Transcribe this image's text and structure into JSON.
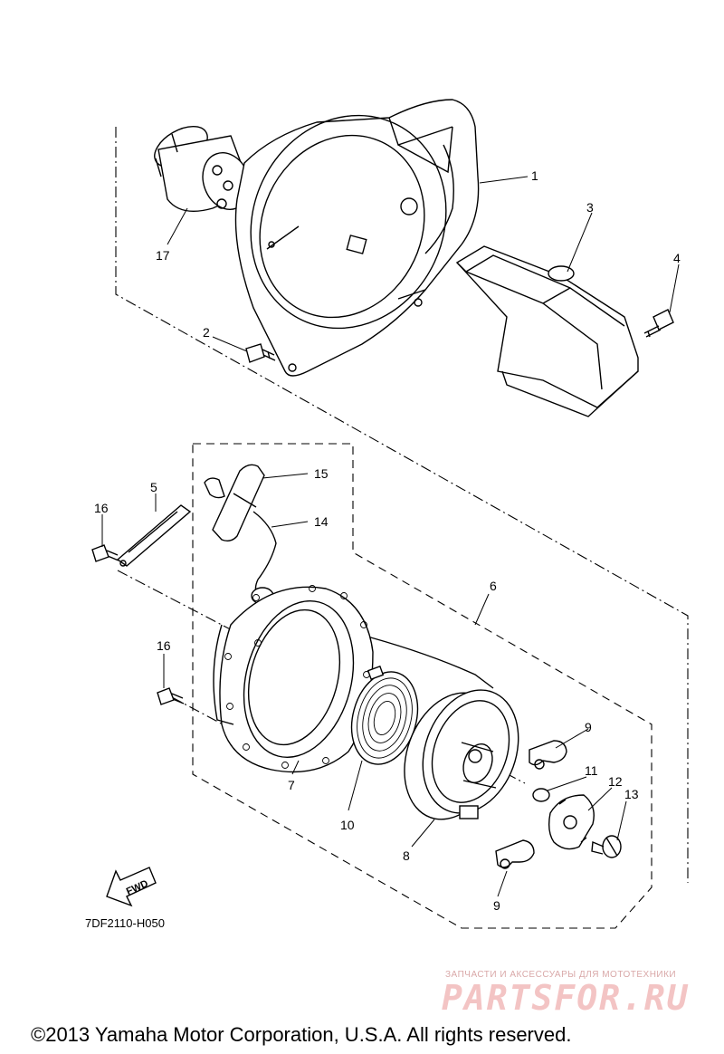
{
  "diagram": {
    "callouts": [
      {
        "id": "p1",
        "text": "1"
      },
      {
        "id": "p2",
        "text": "2"
      },
      {
        "id": "p3",
        "text": "3"
      },
      {
        "id": "p4",
        "text": "4"
      },
      {
        "id": "p5",
        "text": "5"
      },
      {
        "id": "p6",
        "text": "6"
      },
      {
        "id": "p7",
        "text": "7"
      },
      {
        "id": "p8",
        "text": "8"
      },
      {
        "id": "p9a",
        "text": "9"
      },
      {
        "id": "p9b",
        "text": "9"
      },
      {
        "id": "p10",
        "text": "10"
      },
      {
        "id": "p11",
        "text": "11"
      },
      {
        "id": "p12",
        "text": "12"
      },
      {
        "id": "p13",
        "text": "13"
      },
      {
        "id": "p14",
        "text": "14"
      },
      {
        "id": "p15",
        "text": "15"
      },
      {
        "id": "p16a",
        "text": "16"
      },
      {
        "id": "p16b",
        "text": "16"
      },
      {
        "id": "p17",
        "text": "17"
      }
    ],
    "fwd_label": "FWD",
    "reference_code": "7DF2110-H050"
  },
  "watermark": {
    "subtitle": "ЗАПЧАСТИ И АКСЕССУАРЫ ДЛЯ МОТОТЕХНИКИ",
    "brand": "PARTSFOR.RU"
  },
  "footer": {
    "copyright": "©2013 Yamaha Motor Corporation, U.S.A. All rights reserved."
  },
  "colors": {
    "line": "#000000",
    "background": "#ffffff",
    "watermark": "#f3c4c4"
  }
}
